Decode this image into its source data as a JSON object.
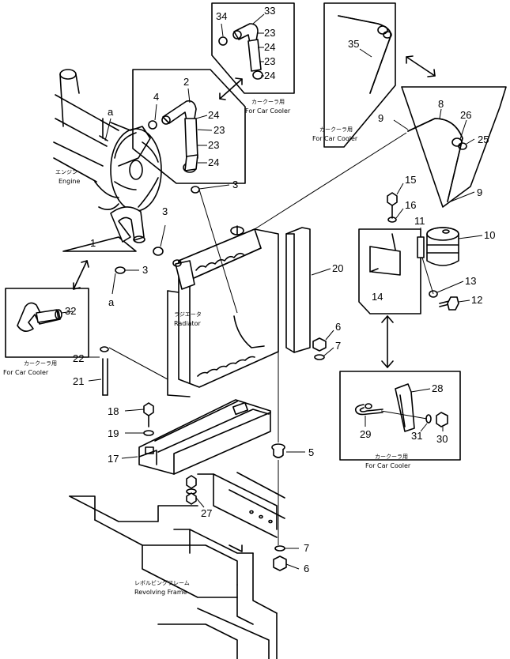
{
  "labels": {
    "engine_jp": "エンジン",
    "engine_en": "Engine",
    "radiator_jp": "ラジエータ",
    "radiator_en": "Radiator",
    "frame_jp": "レボルビングフレーム",
    "frame_en": "Revolving Frame",
    "cooler_jp": "カークーラ用",
    "cooler_en": "For Car Cooler",
    "a": "a"
  },
  "part_numbers": {
    "p1": "1",
    "p2": "2",
    "p3": "3",
    "p4": "4",
    "p5": "5",
    "p6": "6",
    "p7": "7",
    "p8": "8",
    "p9": "9",
    "p10": "10",
    "p11": "11",
    "p12": "12",
    "p13": "13",
    "p14": "14",
    "p15": "15",
    "p16": "16",
    "p17": "17",
    "p18": "18",
    "p19": "19",
    "p20": "20",
    "p21": "21",
    "p22": "22",
    "p23": "23",
    "p24": "24",
    "p25": "25",
    "p26": "26",
    "p27": "27",
    "p28": "28",
    "p29": "29",
    "p30": "30",
    "p31": "31",
    "p32": "32",
    "p33": "33",
    "p34": "34",
    "p35": "35"
  }
}
